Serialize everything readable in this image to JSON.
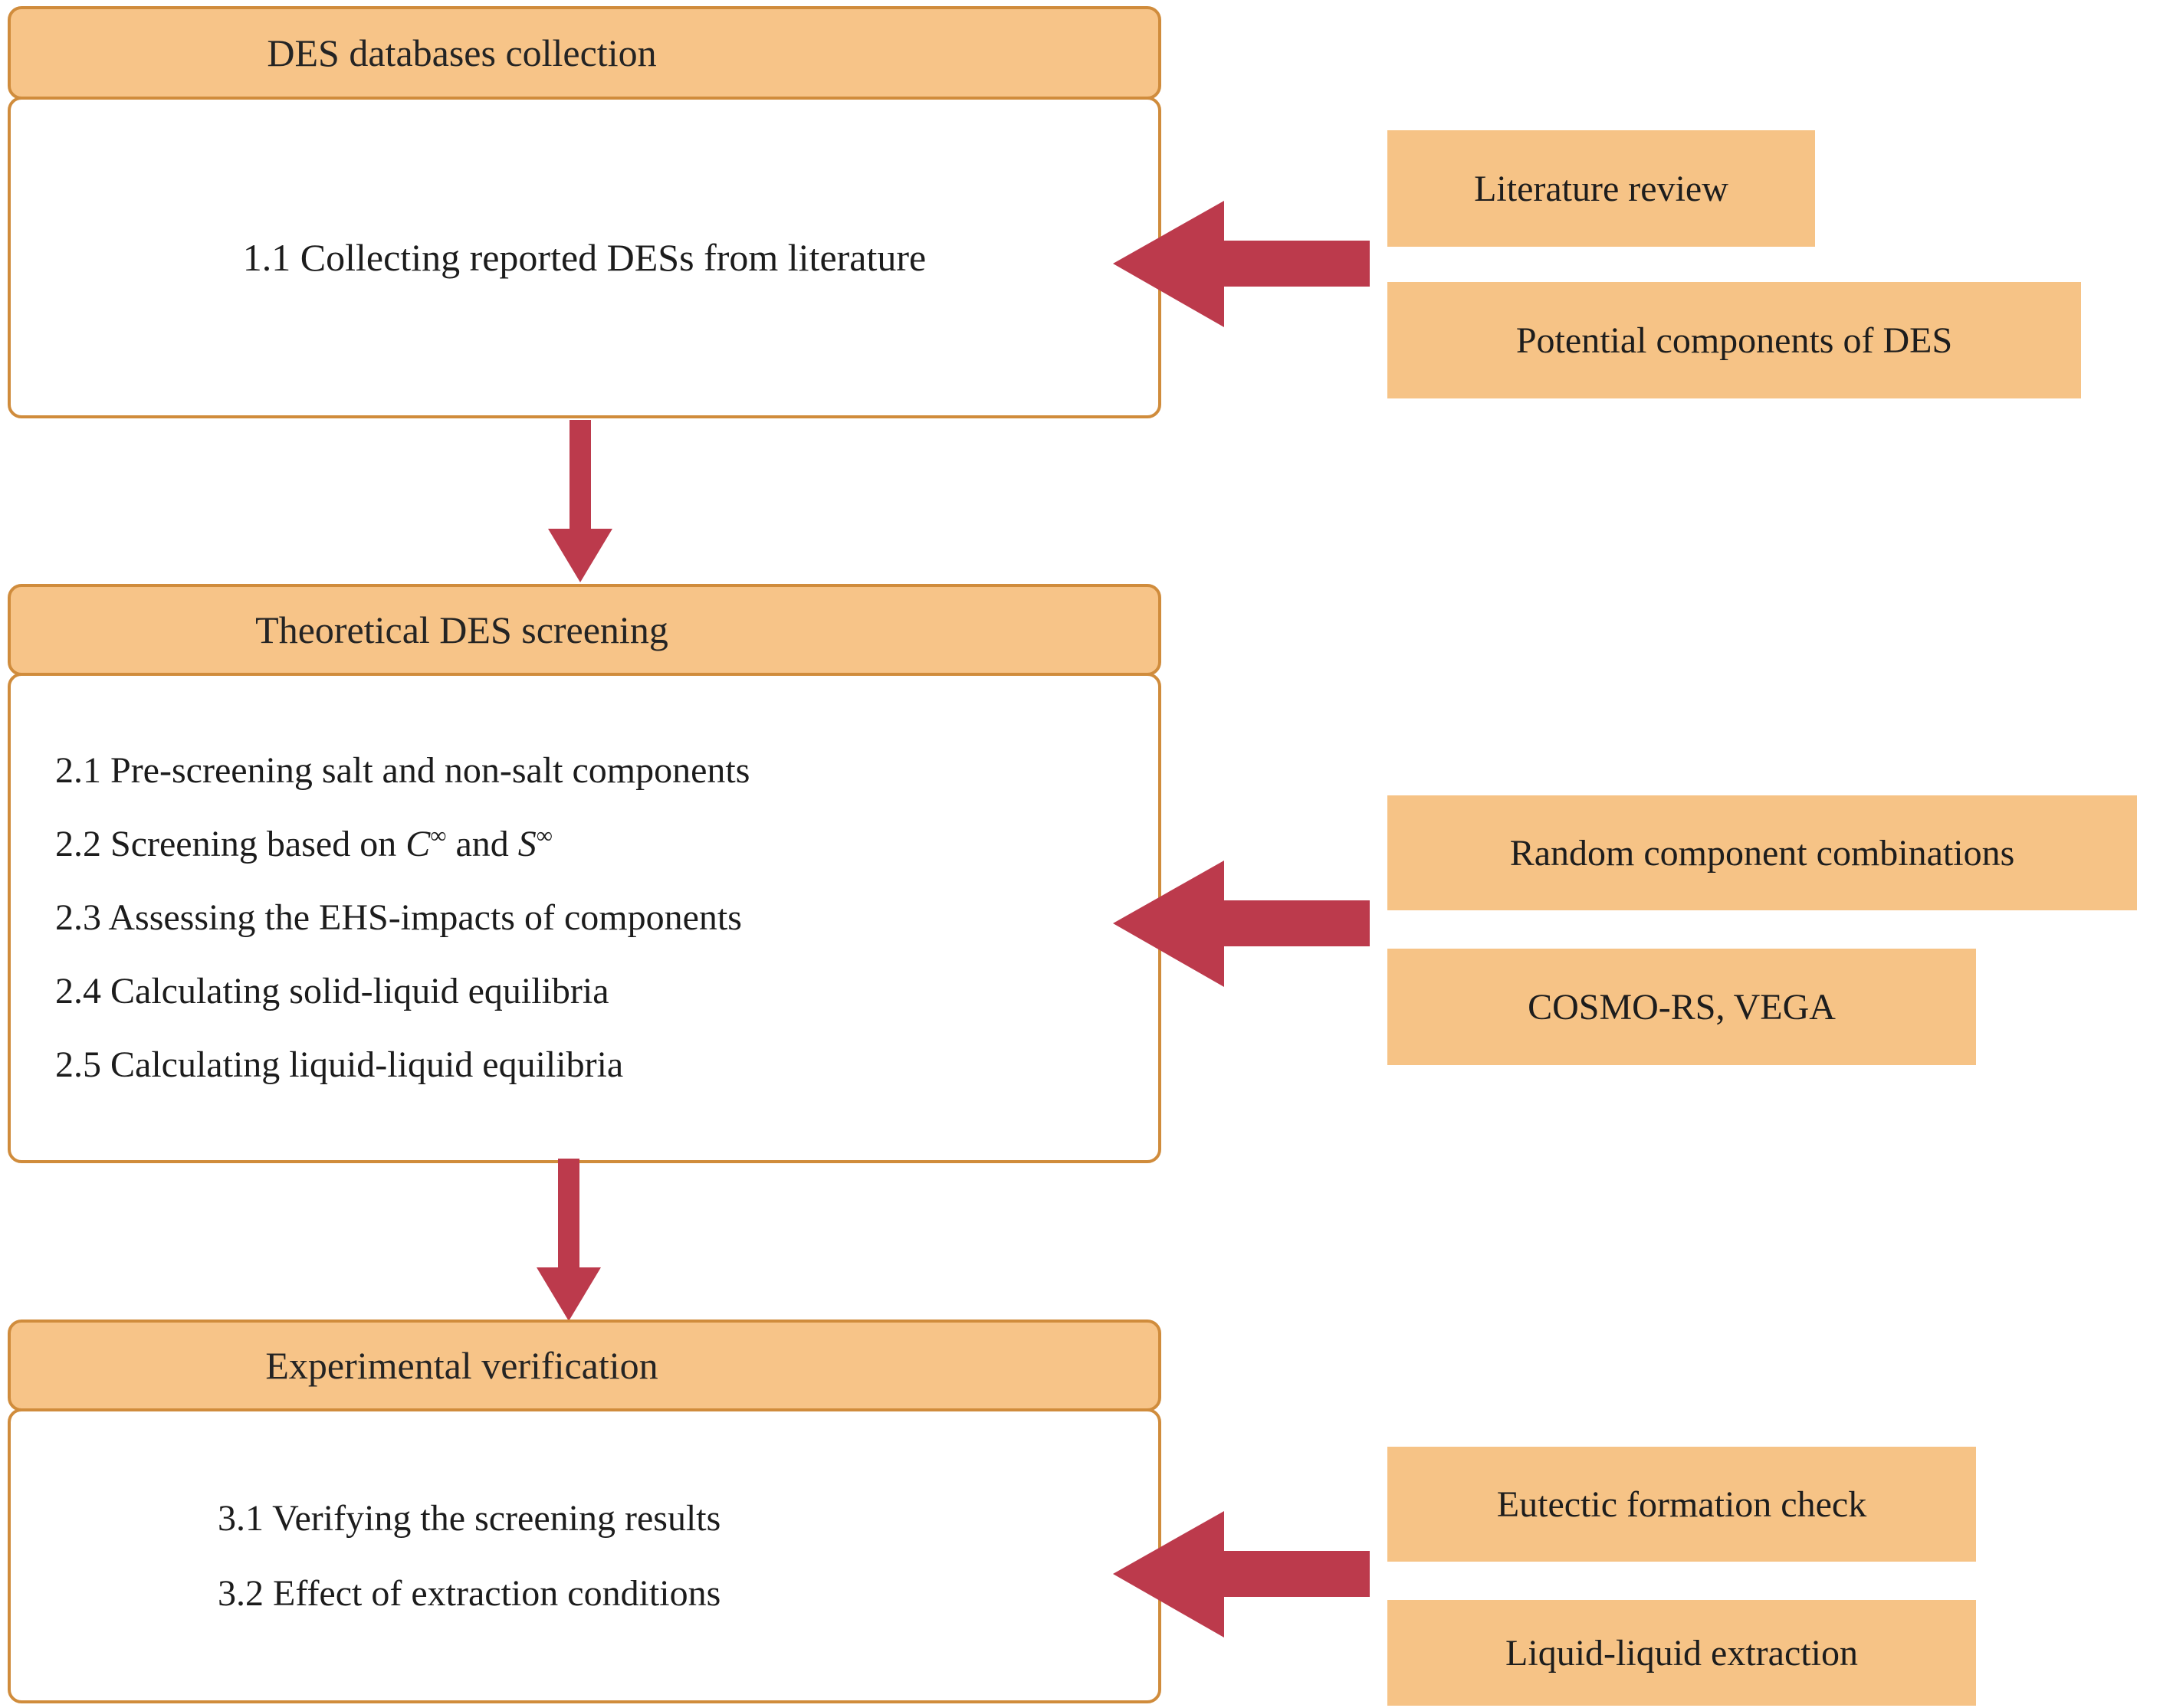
{
  "diagram": {
    "sections": [
      {
        "header": "DES databases collection",
        "items": [
          "1.1 Collecting reported DESs from literature"
        ],
        "side_labels": [
          "Literature review",
          "Potential components of DES"
        ]
      },
      {
        "header": "Theoretical DES screening",
        "items": [
          "2.1 Pre-screening salt and non-salt components",
          "2.2 Screening based on <i>C</i><sup>∞</sup> and <i>S</i><sup>∞</sup>",
          "2.3 Assessing the EHS-impacts of components",
          "2.4 Calculating solid-liquid equilibria",
          "2.5 Calculating liquid-liquid equilibria"
        ],
        "side_labels": [
          "Random component combinations",
          "COSMO-RS, VEGA"
        ]
      },
      {
        "header": "Experimental verification",
        "items": [
          "3.1 Verifying the screening results",
          "3.2 Effect of extraction conditions"
        ],
        "side_labels": [
          "Eutectic formation check",
          "Liquid-liquid extraction"
        ]
      }
    ],
    "colors": {
      "box_fill": "#f7c488",
      "box_border": "#d08c3c",
      "body_fill": "#ffffff",
      "arrow_red": "#bc3a4c",
      "text": "#1c1c1c"
    }
  }
}
